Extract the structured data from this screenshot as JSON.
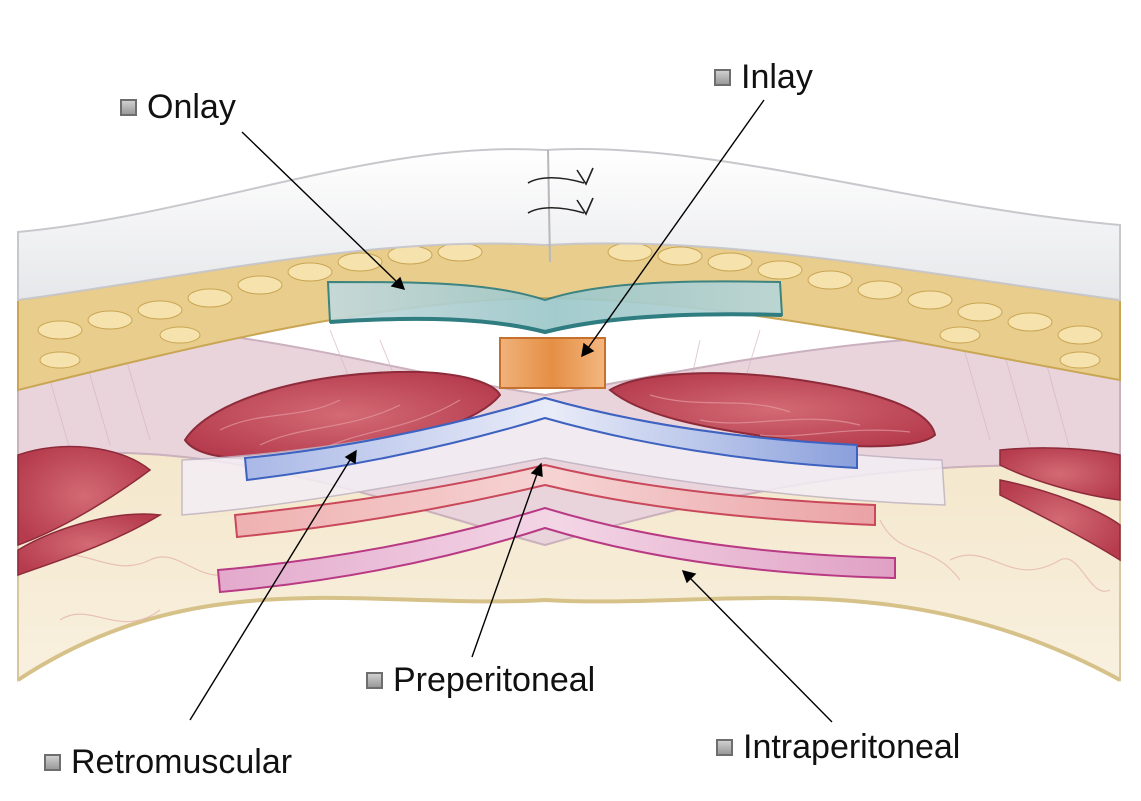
{
  "labels": {
    "onlay": "Onlay",
    "inlay": "Inlay",
    "preperitoneal": "Preperitoneal",
    "retromuscular": "Retromuscular",
    "intraperitoneal": "Intraperitoneal"
  },
  "colors": {
    "skin": "#eeeeef",
    "fat": "#e9cd8c",
    "muscle": "#c0495a",
    "fascia": "#efe4ea",
    "onlay_mesh": "#9fc6c8",
    "inlay_mesh": "#e58f45",
    "retromuscular_mesh": "#7c95d6",
    "preperitoneal_mesh": "#e48a8f",
    "intraperitoneal_mesh": "#d779ab",
    "peritoneal_fat": "#f1e4c8"
  }
}
